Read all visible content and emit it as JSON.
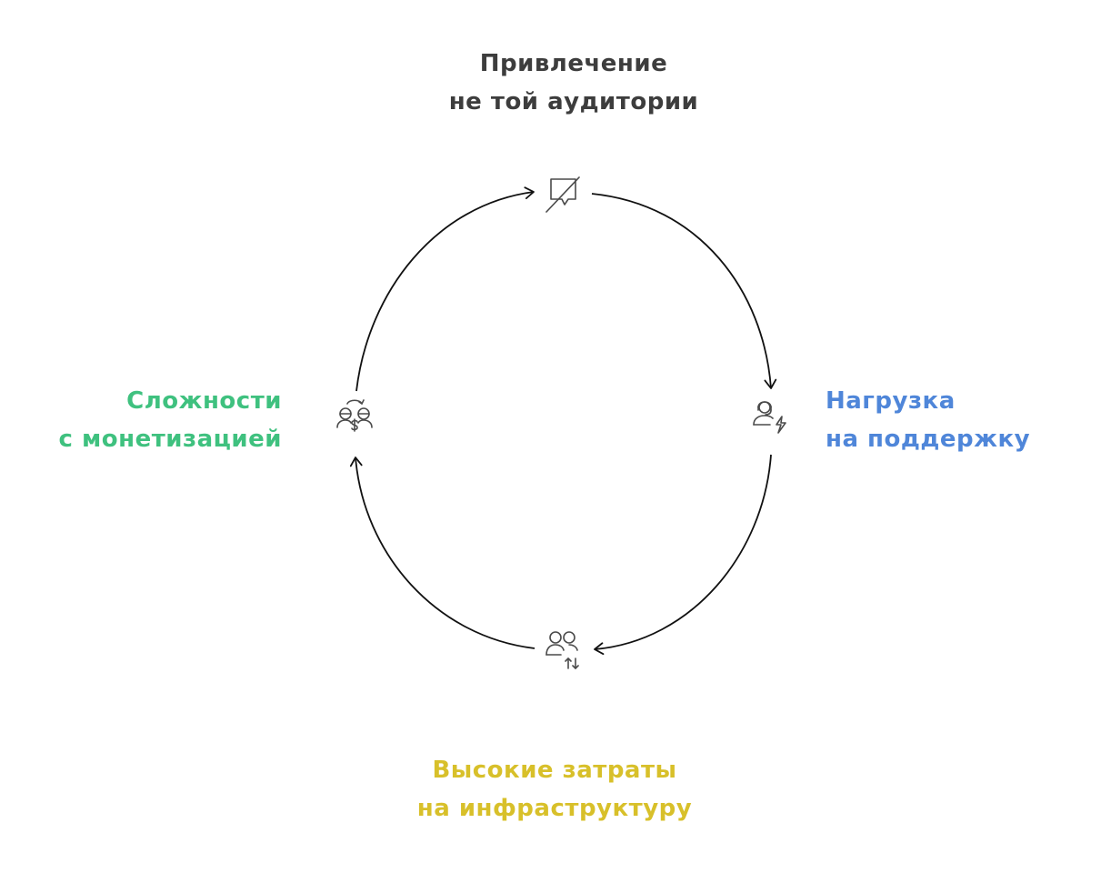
{
  "diagram": {
    "type": "cycle",
    "stroke_color": "#111111",
    "icon_color": "#4a4a4a",
    "nodes": [
      {
        "id": "audience",
        "icon": "no-messages-icon",
        "color": "#3d3d3d",
        "label_lines": [
          "Привлечение",
          "не той аудитории"
        ]
      },
      {
        "id": "support",
        "icon": "support-agent-lightning-icon",
        "color": "#4f86d9",
        "label_lines": [
          "Нагрузка",
          "на поддержку"
        ]
      },
      {
        "id": "infrastructure",
        "icon": "users-transfer-icon",
        "color": "#d8c02a",
        "label_lines": [
          "Высокие затраты",
          "на инфраструктуру"
        ]
      },
      {
        "id": "monetization",
        "icon": "users-money-exchange-icon",
        "color": "#3fc17f",
        "label_lines": [
          "Сложности",
          "с монетизацией"
        ]
      }
    ]
  }
}
